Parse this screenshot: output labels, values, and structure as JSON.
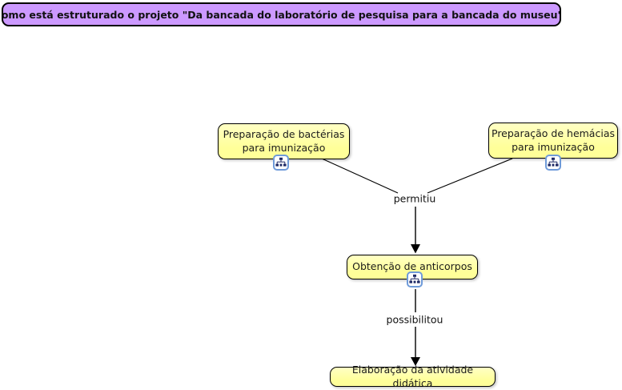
{
  "colors": {
    "question_bg": "#CC99FF",
    "node_bg": "#FFFF99",
    "node_bg_top": "#FFFFC4",
    "node_border": "#000000",
    "line": "#000000",
    "icon_border": "#6F9BD9",
    "icon_glyph": "#1F2A66"
  },
  "question": {
    "label": "Como está estruturado o projeto \"Da bancada do laboratório de pesquisa para a bancada do museu\"?"
  },
  "nodes": {
    "bacterias": {
      "label": "Preparação de bactérias\npara imunização"
    },
    "hemacias": {
      "label": "Preparação de hemácias\npara imunização"
    },
    "anticorpos": {
      "label": "Obtenção de anticorpos"
    },
    "atividade": {
      "label": "Elaboração da atividade didática"
    }
  },
  "links": {
    "permitiu": {
      "label": "permitiu"
    },
    "possibilitou": {
      "label": "possibilitou"
    }
  },
  "icons": {
    "resource_icon": "concept-map-resource-icon"
  }
}
